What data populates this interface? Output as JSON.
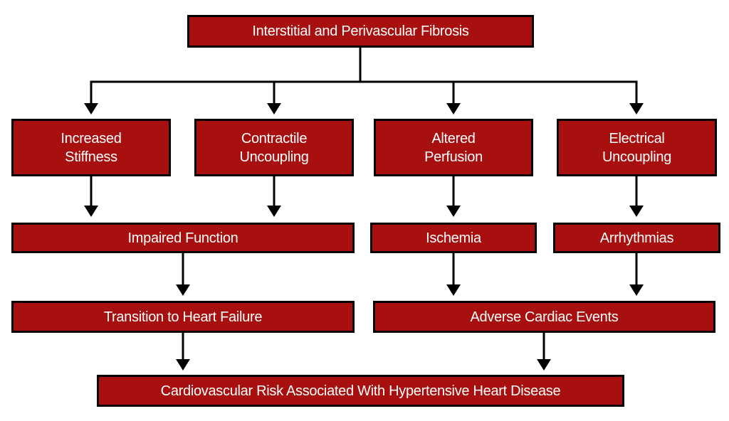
{
  "diagram_title": "Interstitial and Perivascular Fibrosis flowchart",
  "colors": {
    "box_fill": "#A80F0F",
    "box_border": "#000000",
    "box_text": "#FFFFFF",
    "connector": "#000000",
    "background": "#FFFFFF"
  },
  "nodes": {
    "fibrosis": {
      "label": "Interstitial and Perivascular Fibrosis"
    },
    "increased_stiffness": {
      "label": "Increased\nStiffness"
    },
    "contractile_uncoupling": {
      "label": "Contractile\nUncoupling"
    },
    "altered_perfusion": {
      "label": "Altered\nPerfusion"
    },
    "electrical_uncoupling": {
      "label": "Electrical\nUncoupling"
    },
    "impaired_function": {
      "label": "Impaired Function"
    },
    "ischemia": {
      "label": "Ischemia"
    },
    "arrhythmias": {
      "label": "Arrhythmias"
    },
    "transition_to_heart_failure": {
      "label": "Transition to Heart Failure"
    },
    "adverse_cardiac_events": {
      "label": "Adverse Cardiac Events"
    },
    "cardiovascular_risk": {
      "label": "Cardiovascular Risk Associated With Hypertensive Heart Disease"
    }
  },
  "edges": [
    {
      "from": "fibrosis",
      "to": "increased_stiffness"
    },
    {
      "from": "fibrosis",
      "to": "contractile_uncoupling"
    },
    {
      "from": "fibrosis",
      "to": "altered_perfusion"
    },
    {
      "from": "fibrosis",
      "to": "electrical_uncoupling"
    },
    {
      "from": "increased_stiffness",
      "to": "impaired_function"
    },
    {
      "from": "contractile_uncoupling",
      "to": "impaired_function"
    },
    {
      "from": "altered_perfusion",
      "to": "ischemia"
    },
    {
      "from": "electrical_uncoupling",
      "to": "arrhythmias"
    },
    {
      "from": "impaired_function",
      "to": "transition_to_heart_failure"
    },
    {
      "from": "ischemia",
      "to": "adverse_cardiac_events"
    },
    {
      "from": "arrhythmias",
      "to": "adverse_cardiac_events"
    },
    {
      "from": "transition_to_heart_failure",
      "to": "cardiovascular_risk"
    },
    {
      "from": "adverse_cardiac_events",
      "to": "cardiovascular_risk"
    }
  ]
}
